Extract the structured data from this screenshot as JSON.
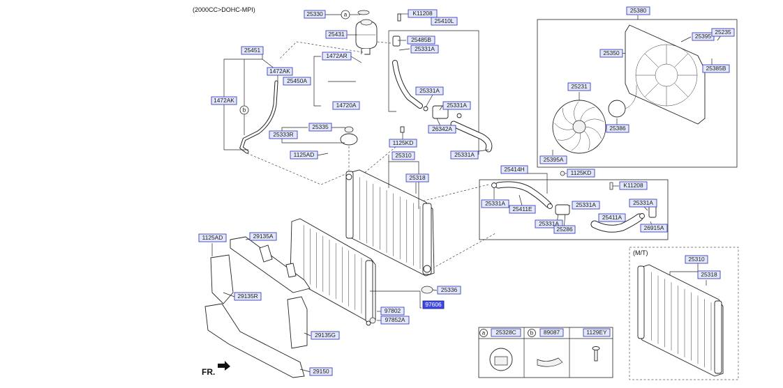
{
  "header": {
    "engine_note": "(2000CC>DOHC-MPI)"
  },
  "labels": {
    "p25330": "25330",
    "p25431": "25431",
    "p25451": "25451",
    "p1472AK_a": "1472AK",
    "p1472AR": "1472AR",
    "p25450A": "25450A",
    "p1472AK_b": "1472AK",
    "p14720A": "14720A",
    "p25335": "25335",
    "p25333R": "25333R",
    "p1125AD_a": "1125AD",
    "pK11208_a": "K11208",
    "p25410L": "25410L",
    "p25485B": "25485B",
    "p25331A_a": "25331A",
    "p25331A_b": "25331A",
    "p25331A_c": "25331A",
    "p26342A": "26342A",
    "p1125KD_a": "1125KD",
    "p25331A_d": "25331A",
    "p25310_a": "25310",
    "p25318_a": "25318",
    "p25380": "25380",
    "p25395": "25395",
    "p25235": "25235",
    "p25350": "25350",
    "p25385B": "25385B",
    "p25231": "25231",
    "p25386": "25386",
    "p25395A": "25395A",
    "p25414H": "25414H",
    "p1125KD_b": "1125KD",
    "pK11208_b": "K11208",
    "p25331A_e": "25331A",
    "p25411E": "25411E",
    "p25331A_f": "25331A",
    "p25331A_g": "25331A",
    "p25331A_h": "25331A",
    "p25286": "25286",
    "p25411A": "25411A",
    "p26915A": "26915A",
    "p1125AD_b": "1125AD",
    "p29135A": "29135A",
    "p29135R": "29135R",
    "p25336": "25336",
    "p97606": "97606",
    "p97802": "97802",
    "p97852A": "97852A",
    "p29135G": "29135G",
    "p29150": "29150",
    "p25310_b": "25310",
    "p25318_b": "25318"
  },
  "circle_markers": {
    "a": "a",
    "b": "b"
  },
  "variant_box": {
    "title": "(M/T)"
  },
  "legend": {
    "cells": [
      {
        "marker": "a",
        "code": "25328C"
      },
      {
        "marker": "b",
        "code": "89087"
      },
      {
        "marker": "",
        "code": "1129EY"
      }
    ]
  },
  "orientation": {
    "text": "FR."
  },
  "colors": {
    "label_fill": "#e4e8fb",
    "label_stroke": "#3a3fbf",
    "selected_fill": "#3f47e6"
  },
  "selected_label": "p97606"
}
